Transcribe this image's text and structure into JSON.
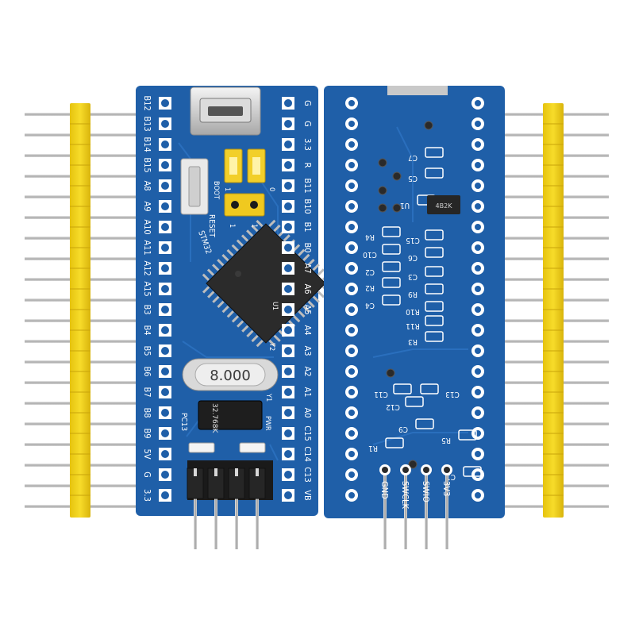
{
  "front": {
    "left_labels": [
      "B12",
      "B13",
      "B14",
      "B15",
      "A8",
      "A9",
      "A10",
      "A11",
      "A12",
      "A15",
      "B3",
      "B4",
      "B5",
      "B6",
      "B7",
      "B8",
      "B9",
      "5V",
      "G",
      "3.3"
    ],
    "right_labels": [
      "G",
      "G",
      "3.3",
      "R",
      "B11",
      "B10",
      "B1",
      "B0",
      "A7",
      "A6",
      "A5",
      "A4",
      "A3",
      "A2",
      "A1",
      "A0",
      "C15",
      "C14",
      "C13",
      "VB"
    ],
    "boot_label": "BOOT",
    "boot1_label": "1",
    "boot0_label": "0",
    "jumper_left_label": "1",
    "jumper_right_label": "1",
    "reset_label": "RESET",
    "mcu_label": "STM32",
    "u1_label": "U1",
    "y2_label": "Y2",
    "crystal_label": "8.000",
    "y1_label": "Y1",
    "rtc_crystal_label": "32.768K",
    "pwr_label": "PWR",
    "pc13_label": "PC13"
  },
  "back": {
    "components": [
      "C7",
      "C5",
      "U1",
      "C15",
      "R4",
      "C10",
      "C6",
      "C2",
      "C3",
      "R2",
      "R9",
      "C4",
      "R10",
      "R11",
      "R3",
      "C11",
      "C13",
      "C12",
      "C9",
      "R1",
      "R5",
      "C1"
    ],
    "ic_marking": "4B2K",
    "swd_labels": [
      "GND",
      "SWCLK",
      "SWIO",
      "3V3"
    ]
  },
  "headers": {
    "pin_count": 20
  },
  "colors": {
    "pcb": "#1f5fa8",
    "pcb_dark": "#17487f",
    "pin_yellow": "#f2d21a",
    "pin_metal": "#b8b8b8",
    "silk": "#ffffff"
  }
}
